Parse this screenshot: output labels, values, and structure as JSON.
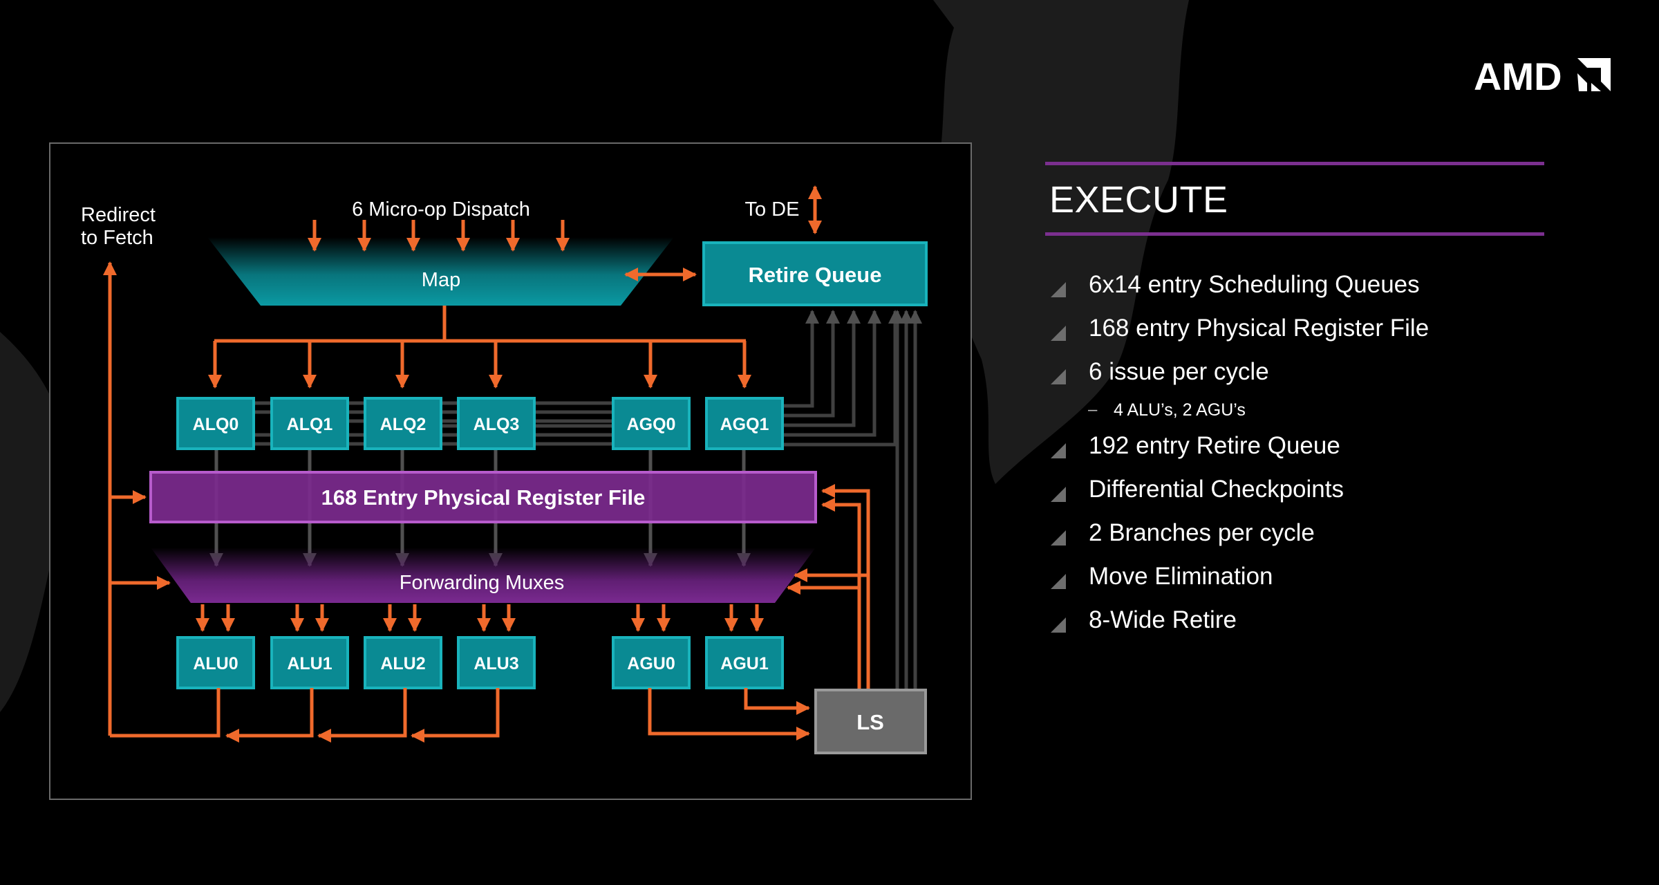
{
  "brand": {
    "logo_text": "AMD",
    "colors": {
      "teal": "#0a8a93",
      "purple": "#7c2a8e",
      "orange": "#f06a2c",
      "gray": "#6a6a6a",
      "accent_rule": "#7b2f8f"
    }
  },
  "diagram": {
    "dispatch_label": "6 Micro-op Dispatch",
    "map_label": "Map",
    "to_de_label": "To DE",
    "redirect_label_line1": "Redirect",
    "redirect_label_line2": "to Fetch",
    "retire_queue_label": "Retire Queue",
    "queues": [
      "ALQ0",
      "ALQ1",
      "ALQ2",
      "ALQ3",
      "AGQ0",
      "AGQ1"
    ],
    "register_file_label": "168 Entry Physical Register File",
    "forwarding_label": "Forwarding Muxes",
    "units": [
      "ALU0",
      "ALU1",
      "ALU2",
      "ALU3",
      "AGU0",
      "AGU1"
    ],
    "ls_label": "LS"
  },
  "panel": {
    "title": "EXECUTE",
    "bullets": [
      "6x14 entry Scheduling Queues",
      "168 entry Physical Register File",
      "6 issue per cycle"
    ],
    "sub_dash": "–",
    "sub_bullet": "4 ALU’s, 2 AGU’s",
    "bullets2": [
      "192 entry Retire Queue",
      "Differential Checkpoints",
      "2 Branches per cycle",
      "Move Elimination",
      "8-Wide Retire"
    ]
  }
}
